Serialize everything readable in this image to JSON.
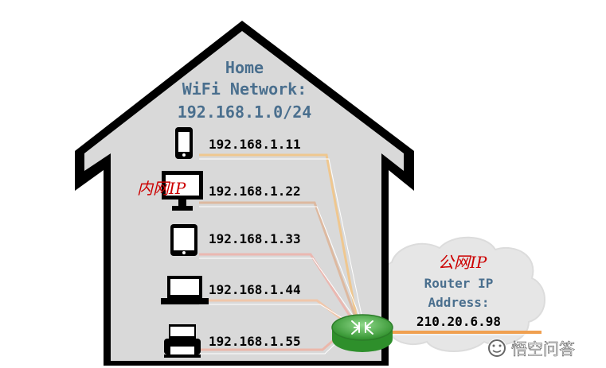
{
  "house": {
    "title_line1": "Home",
    "title_line2": "WiFi Network:",
    "title_line3": "192.168.1.0/24"
  },
  "devices": [
    {
      "kind": "phone",
      "icon": "phone-icon",
      "ip": "192.168.1.11"
    },
    {
      "kind": "monitor",
      "icon": "monitor-icon",
      "ip": "192.168.1.22"
    },
    {
      "kind": "tablet",
      "icon": "tablet-icon",
      "ip": "192.168.1.33"
    },
    {
      "kind": "laptop",
      "icon": "laptop-icon",
      "ip": "192.168.1.44"
    },
    {
      "kind": "printer",
      "icon": "printer-icon",
      "ip": "192.168.1.55"
    }
  ],
  "annotations": {
    "private_ip": "内网IP",
    "public_ip": "公网IP"
  },
  "router": {
    "label_line1": "Router IP",
    "label_line2": "Address:",
    "ip": "210.20.6.98",
    "icon": "router-icon"
  },
  "watermark": {
    "text": "悟空问答"
  },
  "colors": {
    "house_fill": "#d9d9d9",
    "house_outline": "#000000",
    "title_text": "#4a6f8e",
    "label_text": "#000000",
    "annotation_red": "#cc0000",
    "wire_gold": "#efc78f",
    "wire_brown": "#ddb9a0",
    "wire_pink": "#eab8b1",
    "router_green": "#3fae3a",
    "uplink_orange": "#f0a050",
    "cloud_fill": "#e6e6e6",
    "router_text": "#4a6f8e"
  }
}
